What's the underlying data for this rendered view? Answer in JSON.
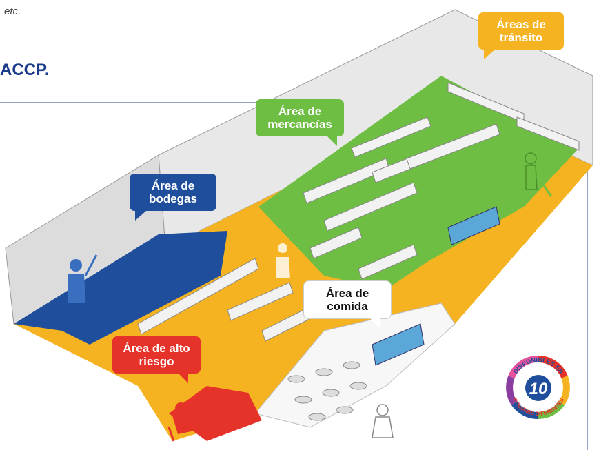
{
  "intro": {
    "trailing_text": "etc."
  },
  "heading": {
    "text": "ACCP."
  },
  "areas": {
    "transito": {
      "label": "Áreas de tránsito",
      "color": "#f5b321"
    },
    "mercancias": {
      "label": "Área de mercancías",
      "color": "#6fbe44"
    },
    "bodegas": {
      "label": "Área de bodegas",
      "color": "#1f4f9c"
    },
    "comida": {
      "label": "Área de comida",
      "color": "#ffffff"
    },
    "alto_riesgo": {
      "label": "Área de alto riesgo",
      "color": "#e5332a"
    }
  },
  "badge": {
    "top_text": "DISPONIBLES EN",
    "number": "10",
    "bottom_text": "COLORES DIFERENTES"
  }
}
